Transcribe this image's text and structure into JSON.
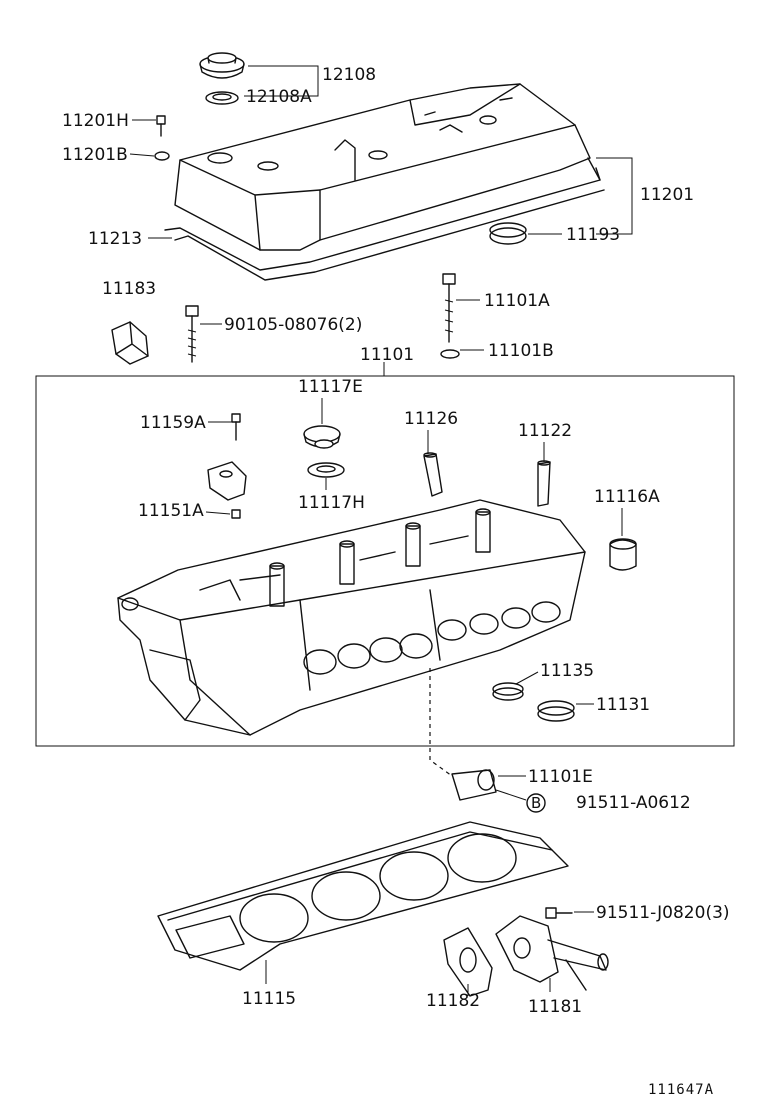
{
  "labels": {
    "p12108": "12108",
    "p12108A": "12108A",
    "p11201H": "11201H",
    "p11201B": "11201B",
    "p11201": "11201",
    "p11213": "11213",
    "p11193": "11193",
    "p11183": "11183",
    "p90105": "90105-08076(2)",
    "p11101A": "11101A",
    "p11101B": "11101B",
    "p11101": "11101",
    "p11117E": "11117E",
    "p11159A": "11159A",
    "p11126": "11126",
    "p11122": "11122",
    "p11117H": "11117H",
    "p11151A": "11151A",
    "p11116A": "11116A",
    "p11135": "11135",
    "p11131": "11131",
    "p11101E": "11101E",
    "circleB": "B",
    "p91511A": "91511-A0612",
    "p91511J": "91511-J0820(3)",
    "p11115": "11115",
    "p11182": "11182",
    "p11181": "11181"
  },
  "footer": {
    "code": "111647A"
  }
}
